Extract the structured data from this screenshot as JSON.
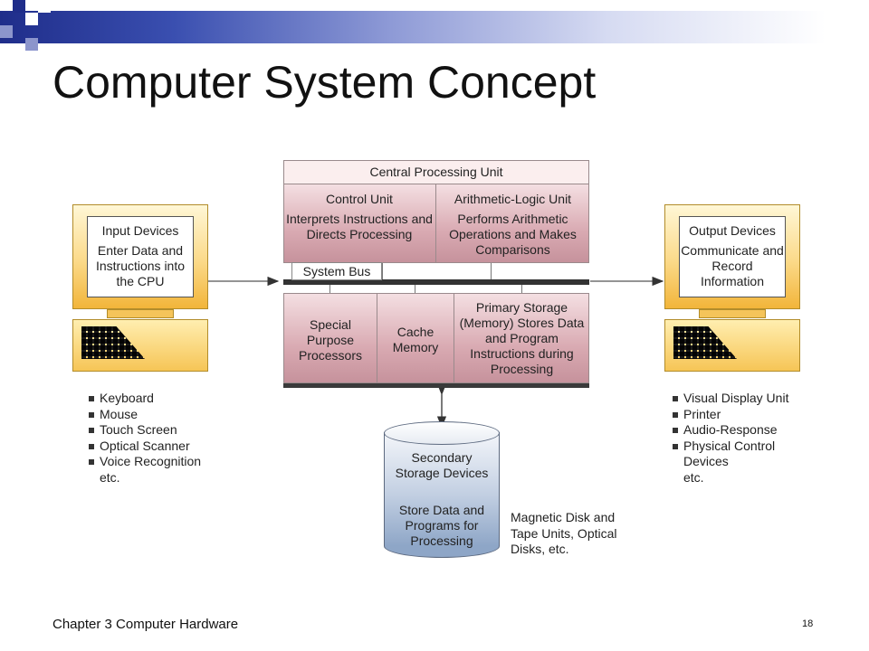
{
  "slide": {
    "title": "Computer System Concept",
    "footer": "Chapter 3 Computer Hardware",
    "page_number": "18"
  },
  "cpu": {
    "title": "Central Processing Unit",
    "control_unit": {
      "title": "Control Unit",
      "desc": "Interprets Instructions and Directs Processing"
    },
    "alu": {
      "title": "Arithmetic-Logic Unit",
      "desc": "Performs Arithmetic Operations and Makes Comparisons"
    },
    "bus_label": "System Bus",
    "special": "Special Purpose Processors",
    "cache": "Cache Memory",
    "primary": "Primary Storage (Memory) Stores Data and Program Instructions during Processing"
  },
  "input": {
    "title": "Input Devices",
    "desc": "Enter Data and Instructions into the CPU",
    "items": [
      "Keyboard",
      "Mouse",
      "Touch Screen",
      "Optical Scanner",
      "Voice Recognition",
      "etc."
    ]
  },
  "output": {
    "title": "Output Devices",
    "desc": "Communicate and Record Information",
    "items": [
      "Visual Display Unit",
      "Printer",
      "Audio-Response",
      "Physical Control",
      "Devices",
      "etc."
    ]
  },
  "storage": {
    "title": "Secondary Storage Devices",
    "desc": "Store Data and Programs for Processing",
    "note": "Magnetic Disk and Tape Units, Optical Disks, etc."
  },
  "colors": {
    "accent": "#1f2d8a",
    "cpu": "#d9aab2",
    "terminal": "#f6c556",
    "storage": "#8ea6c7"
  }
}
